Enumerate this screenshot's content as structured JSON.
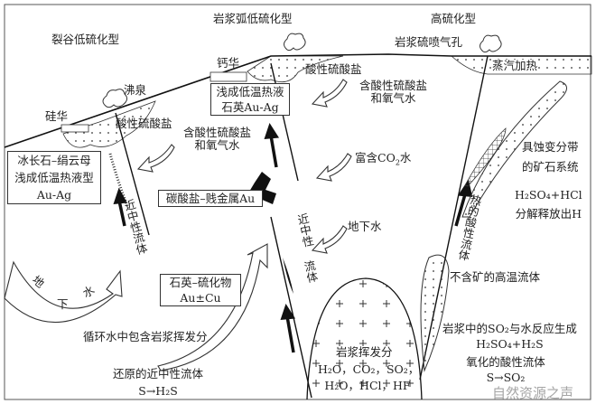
{
  "titles": {
    "rift_low_sulfidation": "裂谷低硫化型",
    "arc_low_sulfidation": "岩浆弧低硫化型",
    "high_sulfidation": "高硫化型"
  },
  "surface_labels": {
    "sinter": "硅华",
    "boiling_spring": "沸泉",
    "travertine": "钙华",
    "magmatic_fumarole": "岩浆硫喷气孔",
    "steam_heated": "蒸汽加热"
  },
  "labels": {
    "acid_sulfate_left": "酸性硫酸盐",
    "acid_sulfate_mid": "酸性硫酸盐",
    "acid_oxygen_water_left": [
      "含酸性硫酸盐",
      "和氧气水"
    ],
    "acid_oxygen_water_mid": [
      "含酸性硫酸盐",
      "和氧气水"
    ],
    "co2_water_prefix": "富含CO",
    "co2_water_sub": "2",
    "co2_water_suffix": "水",
    "groundwater_mid": "地下水",
    "groundwater_curve": [
      "地",
      "下",
      "水"
    ],
    "near_neutral_fluid_left": "近中性流体",
    "near_neutral_fluid_mid_a": "近中性",
    "near_neutral_fluid_mid_b": "流体",
    "hot_acid_fluid": "热的酸性流体",
    "barren_fluid": "不含矿的高温流体",
    "zoned_ore_system": [
      "具蚀变分带",
      "的矿石系统"
    ],
    "h2so4_hcl": "H₂SO₄+HCl",
    "release_h": "分解释放出H",
    "circulating_water": "循环水中包含岩浆挥发分",
    "reduced_fluid": "还原的近中性流体",
    "s_to_h2s": "S→H₂S",
    "magma_volatiles": "岩浆挥发分",
    "volatiles_line1": "H₂O，CO₂，SO₂，",
    "volatiles_line2": "H₂O，HCl，HF",
    "so2_reaction": "岩浆中的SO₂与水反应生成",
    "so2_products": "H₂SO₄+H₂S",
    "oxidized_fluid": "氧化的酸性流体",
    "s_to_so2": "S→SO₂"
  },
  "boxes": {
    "adularia_sericite": [
      "冰长石–绢云母",
      "浅成低温热液型",
      "Au-Ag"
    ],
    "epithermal_quartz": [
      "浅成低温热液",
      "石英Au-Ag"
    ],
    "carbonate_base_metal": "碳酸盐–贱金属Au",
    "quartz_sulfide": [
      "石英–硫化物",
      "Au±Cu"
    ]
  },
  "watermark": "自然资源之声"
}
